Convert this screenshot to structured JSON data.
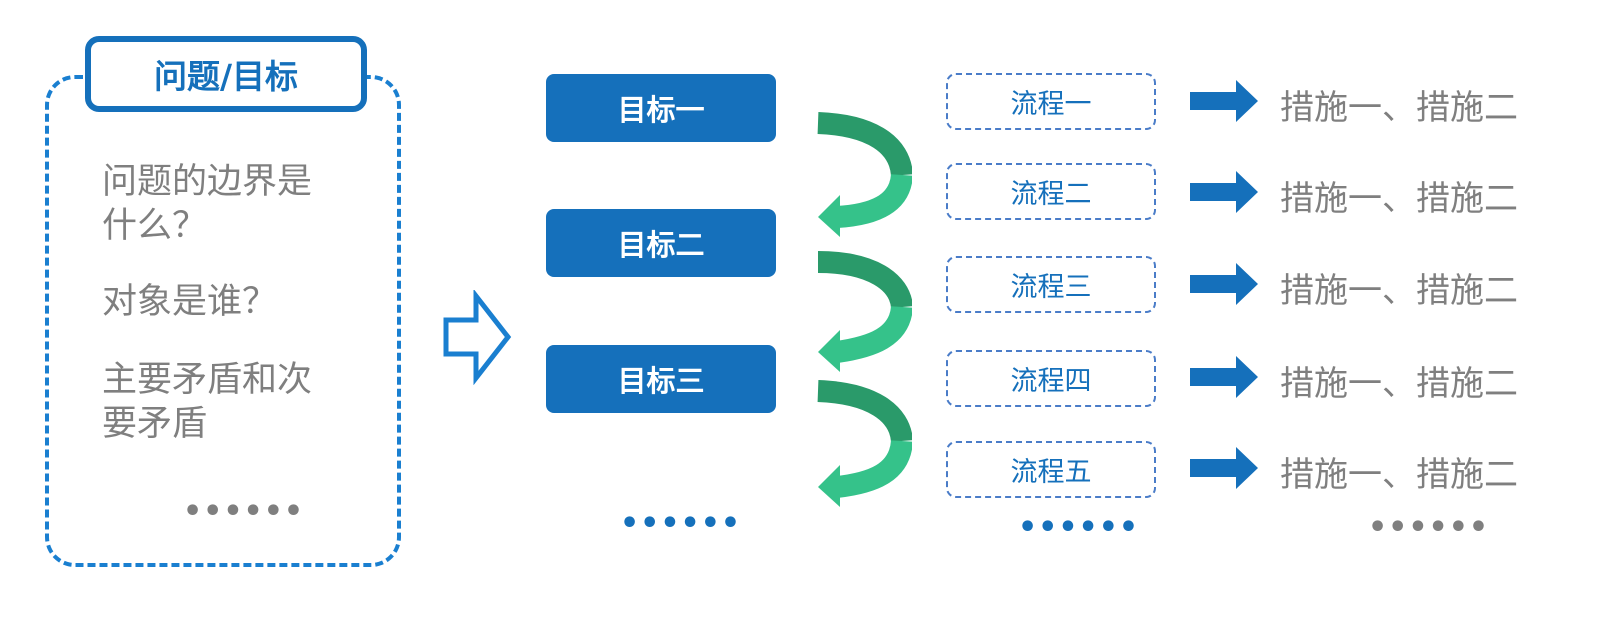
{
  "problem": {
    "title": "问题/目标",
    "q1": "问题的边界是",
    "q1b": "什么？",
    "q2": "对象是谁？",
    "q3": "主要矛盾和次",
    "q3b": "要矛盾",
    "more": "••••••"
  },
  "goals": [
    "目标一",
    "目标二",
    "目标三"
  ],
  "goals_more": "••••••",
  "flows": [
    "流程一",
    "流程二",
    "流程三",
    "流程四",
    "流程五"
  ],
  "flows_more": "••••••",
  "measures": [
    "措施一、措施二",
    "措施一、措施二",
    "措施一、措施二",
    "措施一、措施二",
    "措施一、措施二"
  ],
  "measures_more": "••••••",
  "colors": {
    "blue": "#1570bb",
    "gray": "#7f7f7f",
    "green_dark": "#2a9a6a",
    "green_light": "#35c28a"
  }
}
